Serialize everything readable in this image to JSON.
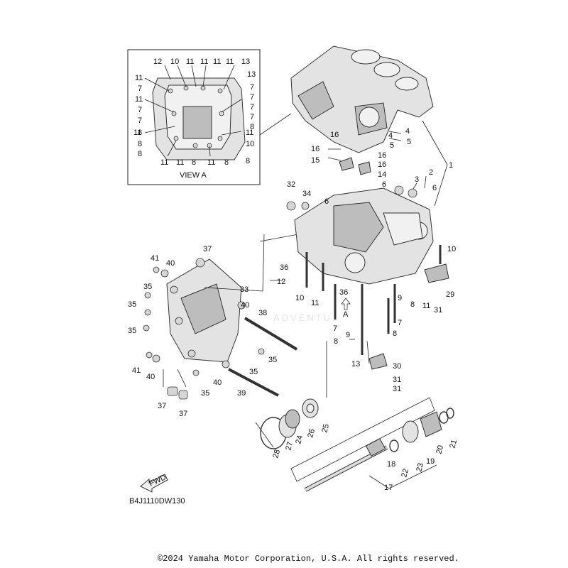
{
  "diagram": {
    "view_label": "VIEW A",
    "arrow_label": "A",
    "fwd_label": "FWD",
    "drawing_code": "B4J1110DW130",
    "copyright": "©2024 Yamaha Motor Corporation, U.S.A. All rights reserved.",
    "watermark": "ADVENTU",
    "callouts": [
      "1",
      "2",
      "3",
      "4",
      "4",
      "5",
      "5",
      "6",
      "6",
      "6",
      "7",
      "7",
      "8",
      "8",
      "8",
      "9",
      "9",
      "10",
      "10",
      "11",
      "11",
      "12",
      "13",
      "14",
      "15",
      "16",
      "16",
      "16",
      "16",
      "17",
      "18",
      "19",
      "20",
      "21",
      "22",
      "23",
      "24",
      "25",
      "26",
      "27",
      "28",
      "29",
      "30",
      "31",
      "31",
      "31",
      "32",
      "33",
      "34",
      "35",
      "35",
      "35",
      "35",
      "35",
      "35",
      "36",
      "36",
      "37",
      "37",
      "37",
      "38",
      "39",
      "40",
      "40",
      "40",
      "40",
      "41",
      "41"
    ],
    "view_callouts": [
      "12",
      "10",
      "11",
      "11",
      "11",
      "11",
      "13",
      "11",
      "11",
      "13",
      "7",
      "7",
      "7",
      "7",
      "7",
      "7",
      "7",
      "8",
      "8",
      "8",
      "11",
      "11",
      "8",
      "10",
      "8",
      "11",
      "11",
      "8",
      "11",
      "8"
    ]
  }
}
